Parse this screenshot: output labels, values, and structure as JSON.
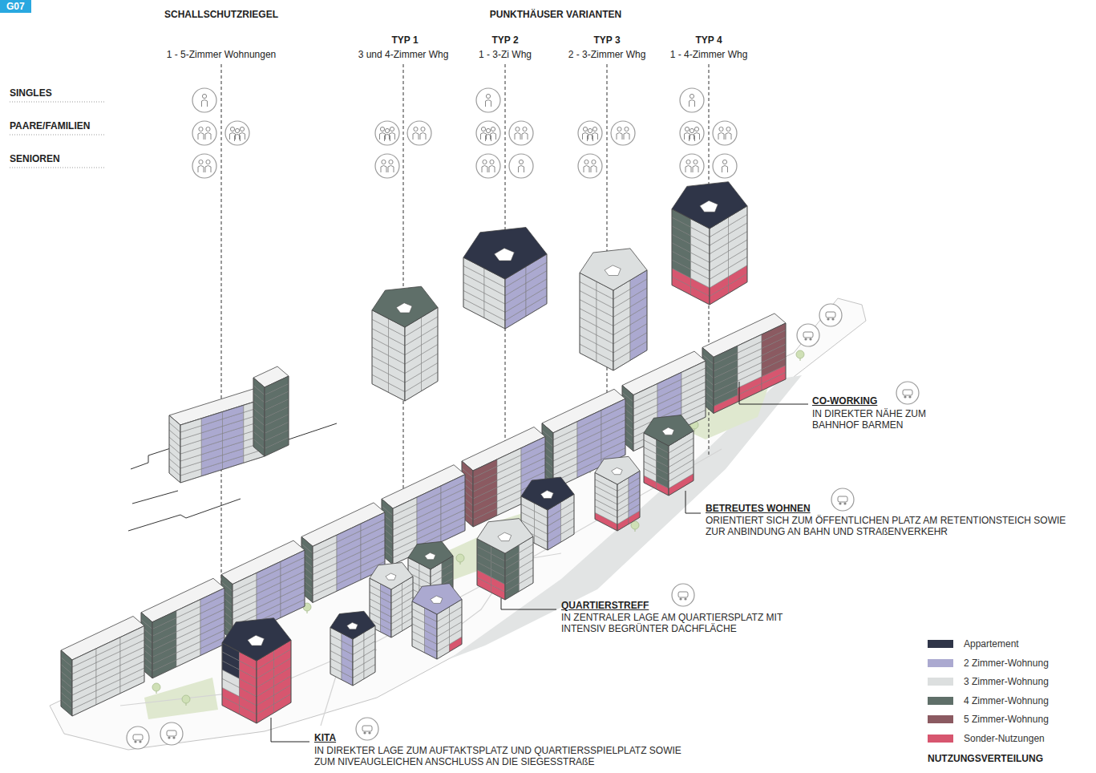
{
  "diagram": {
    "nodes": [
      {
        "text": [
          "G07"
        ]
      }
    ],
    "labels": [
      "SCHALLSCHUTZRIEGEL",
      "1 - 5-Zimmer Wohnungen",
      "PUNKTHÄUSER VARIANTEN",
      "TYP 1",
      "3 und 4-Zimmer Whg",
      "TYP 2",
      "1 - 3-Zi Whg",
      "TYP 3",
      "2 - 3-Zimmer Whg",
      "TYP 4",
      "1 - 4-Zimmer Whg",
      "SINGLES",
      "PAARE/FAMILIEN",
      "SENIOREN",
      "CO-WORKING",
      "IN DIREKTER NÄHE ZUM BAHNHOF BARMEN",
      "BETREUTES WOHNEN",
      "ORIENTIERT SICH ZUM ÖFFENTLICHEN PLATZ AM RETENTIONSTEICH SOWIE ZUR ANBINDUNG AN BAHN UND STRAßENVERKEHR",
      "QUARTIERSTREFF",
      "IN ZENTRALER LAGE AM QUARTIERSPLATZ MIT INTENSIV BEGRÜNTER DACHFLÄCHE",
      "KITA",
      "IN DIREKTER LAGE ZUM AUFTAKTSPLATZ UND QUARTIERSSPIELPLATZ SOWIE ZUM NIVEAUGLEICHEN ANSCHLUSS AN DIE SIEGESSTRAßE",
      "NUTZUNGSVERTEILUNG"
    ],
    "legend": [
      {
        "text": "Appartement",
        "color": "#2f3548"
      },
      {
        "text": "2 Zimmer-Wohnung",
        "color": "#aba9d0"
      },
      {
        "text": "3 Zimmer-Wohnung",
        "color": "#dcdfdf"
      },
      {
        "text": "4 Zimmer-Wohnung",
        "color": "#5f6f69"
      },
      {
        "text": "5 Zimmer-Wohnung",
        "color": "#8b5a61"
      },
      {
        "text": "Sonder-Nutzungen",
        "color": "#d7566f"
      }
    ]
  }
}
